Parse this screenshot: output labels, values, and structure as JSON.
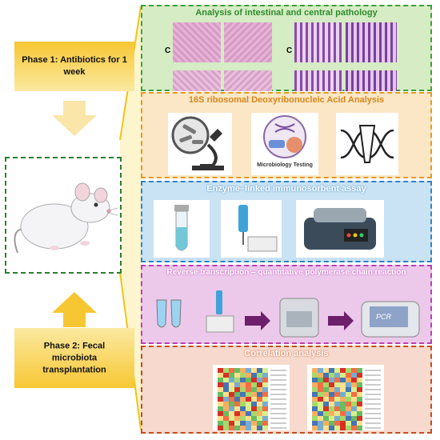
{
  "phases": [
    {
      "label": "Phase 1: Antibiotics for 1 week"
    },
    {
      "label": "Phase 2: Fecal microbiota transplantation"
    }
  ],
  "panels": [
    {
      "title": "Analysis of intestinal and central pathology",
      "color": "#3aa13a",
      "bg": "#d5ecc4"
    },
    {
      "title": "16S ribosomal Deoxyribonucleic Acid Analysis",
      "color": "#e39a1f",
      "bg": "#fbe7c6"
    },
    {
      "title": "Enzyme–linked immunosorbent assay",
      "color": "#2f84c4",
      "bg": "#c9e2f4"
    },
    {
      "title": "Reverse transcription – quantitative polymerase chain reaction",
      "color": "#b940b0",
      "bg": "#ecc9eb"
    },
    {
      "title": "Correlation analysis",
      "color": "#c24d1c",
      "bg": "#f7dacd"
    }
  ],
  "pathology_labels": [
    "C",
    "C"
  ],
  "microbiology_caption": "Microbiology Testing",
  "pcr_label": "PCR"
}
